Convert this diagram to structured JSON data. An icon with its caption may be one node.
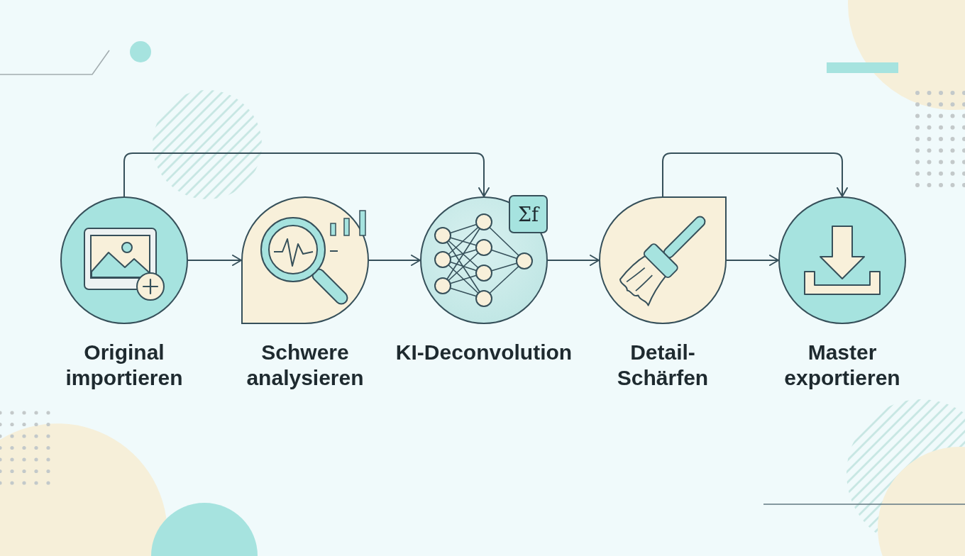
{
  "diagram": {
    "nodes": [
      {
        "text": [
          "Original importieren"
        ]
      },
      {
        "text": [
          "Schwere analysieren"
        ]
      },
      {
        "text": [
          "KI-Deconvolution"
        ]
      },
      {
        "text": [
          "Detail-Schärfen"
        ]
      },
      {
        "text": [
          "Master exportieren"
        ]
      }
    ],
    "edges": [
      {
        "from": 0,
        "to": 1,
        "arrow": "to"
      },
      {
        "from": 0,
        "to": 2,
        "arrow": "to"
      },
      {
        "from": 1,
        "to": 2,
        "arrow": "to"
      },
      {
        "from": 2,
        "to": 3,
        "arrow": "to"
      },
      {
        "from": 3,
        "to": 4,
        "arrow": "to"
      },
      {
        "from": 3,
        "to": 4,
        "arrow": "to"
      }
    ],
    "labels": [
      "Σf"
    ]
  }
}
